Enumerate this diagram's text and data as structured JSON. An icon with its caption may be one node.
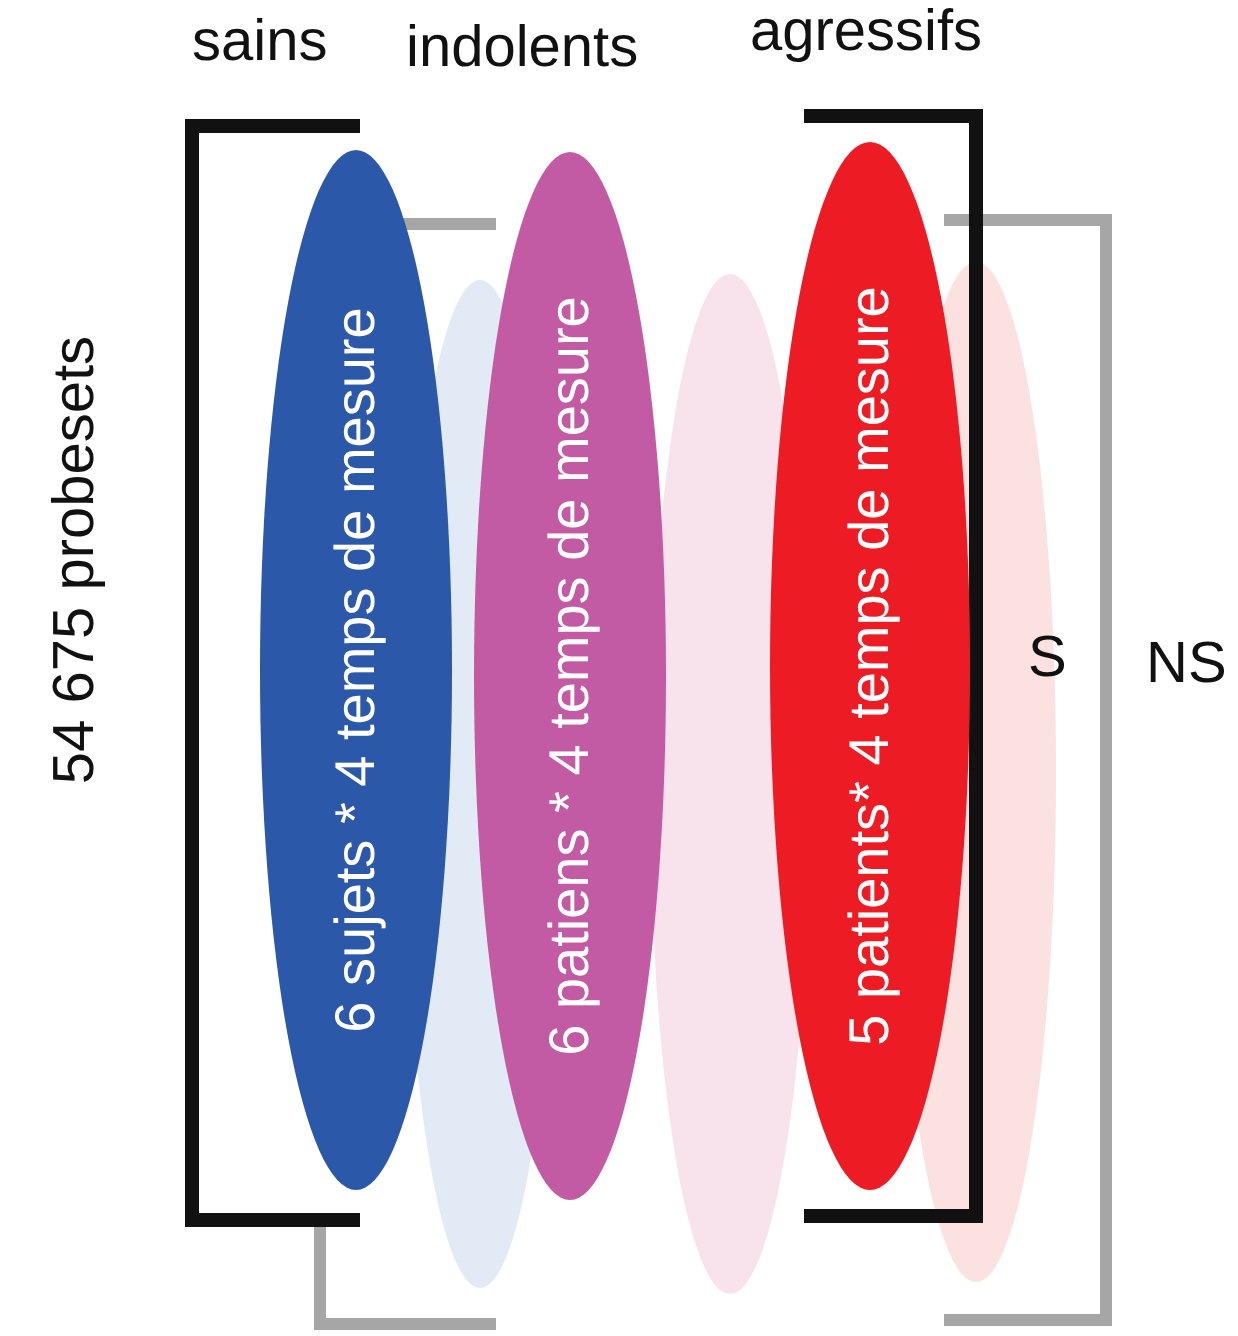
{
  "diagram": {
    "nodes": [
      {
        "text": [
          "sains",
          "6 sujets * 4 temps de mesure"
        ]
      },
      {
        "text": [],
        "shape": "ellipse"
      },
      {
        "text": [
          "indolents",
          "6 patiens * 4 temps de mesure"
        ]
      },
      {
        "text": [],
        "shape": "ellipse"
      },
      {
        "text": [
          "agressifs",
          "5 patients* 4 temps de mesure"
        ]
      },
      {
        "text": [],
        "shape": "ellipse"
      }
    ],
    "labels": [
      "54 675 probesets",
      "S",
      "NS"
    ]
  }
}
